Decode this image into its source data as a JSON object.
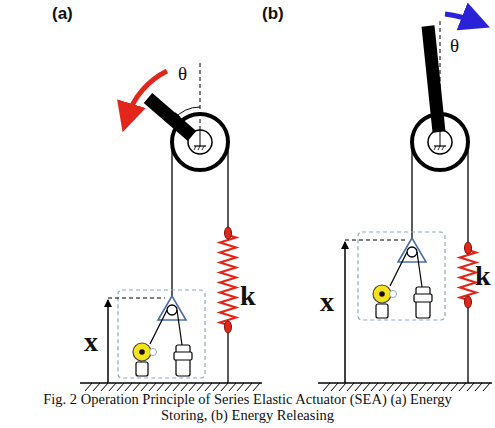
{
  "diagram": {
    "caption": "Fig. 2 Operation Principle of Series Elastic Actuator (SEA) (a) Energy Storing, (b) Energy Releasing",
    "labels": [
      "(a)",
      "θ",
      "k",
      "x",
      "(b)",
      "θ",
      "k",
      "x"
    ]
  }
}
